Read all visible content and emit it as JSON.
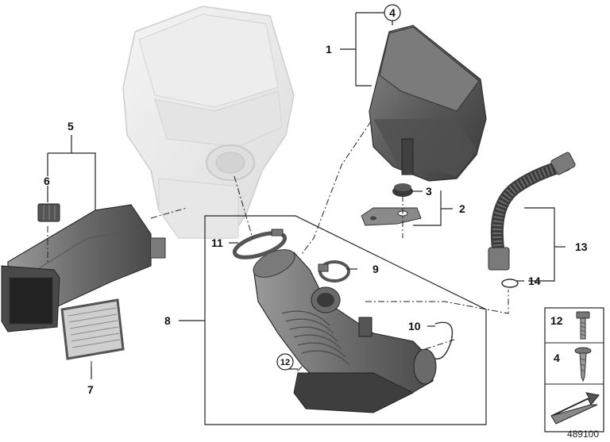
{
  "diagram": {
    "diagram_id": "489100",
    "callouts": {
      "c1": "1",
      "c2": "2",
      "c3": "3",
      "c4": "4",
      "c5": "5",
      "c6": "6",
      "c7": "7",
      "c8": "8",
      "c9": "9",
      "c10": "10",
      "c11": "11",
      "c12": "12",
      "c13": "13",
      "c14": "14"
    },
    "legend": {
      "item_a": "12",
      "item_b": "4"
    }
  }
}
